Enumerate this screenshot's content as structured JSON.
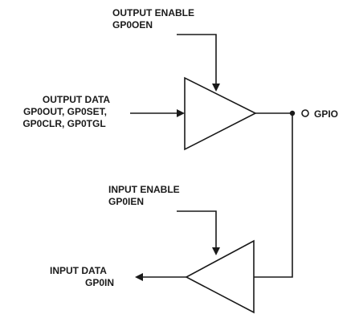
{
  "labels": {
    "output_enable": {
      "line1": "OUTPUT ENABLE",
      "line2": "GP0OEN"
    },
    "output_data": {
      "line1": "OUTPUT DATA",
      "line2": "GP0OUT, GP0SET,",
      "line3": "GP0CLR, GP0TGL"
    },
    "gpio": "GPIO",
    "input_enable": {
      "line1": "INPUT ENABLE",
      "line2": "GP0IEN"
    },
    "input_data": {
      "line1": "INPUT DATA",
      "line2": "GP0IN"
    }
  },
  "colors": {
    "ink": "#1a1a1a",
    "background": "#ffffff"
  }
}
